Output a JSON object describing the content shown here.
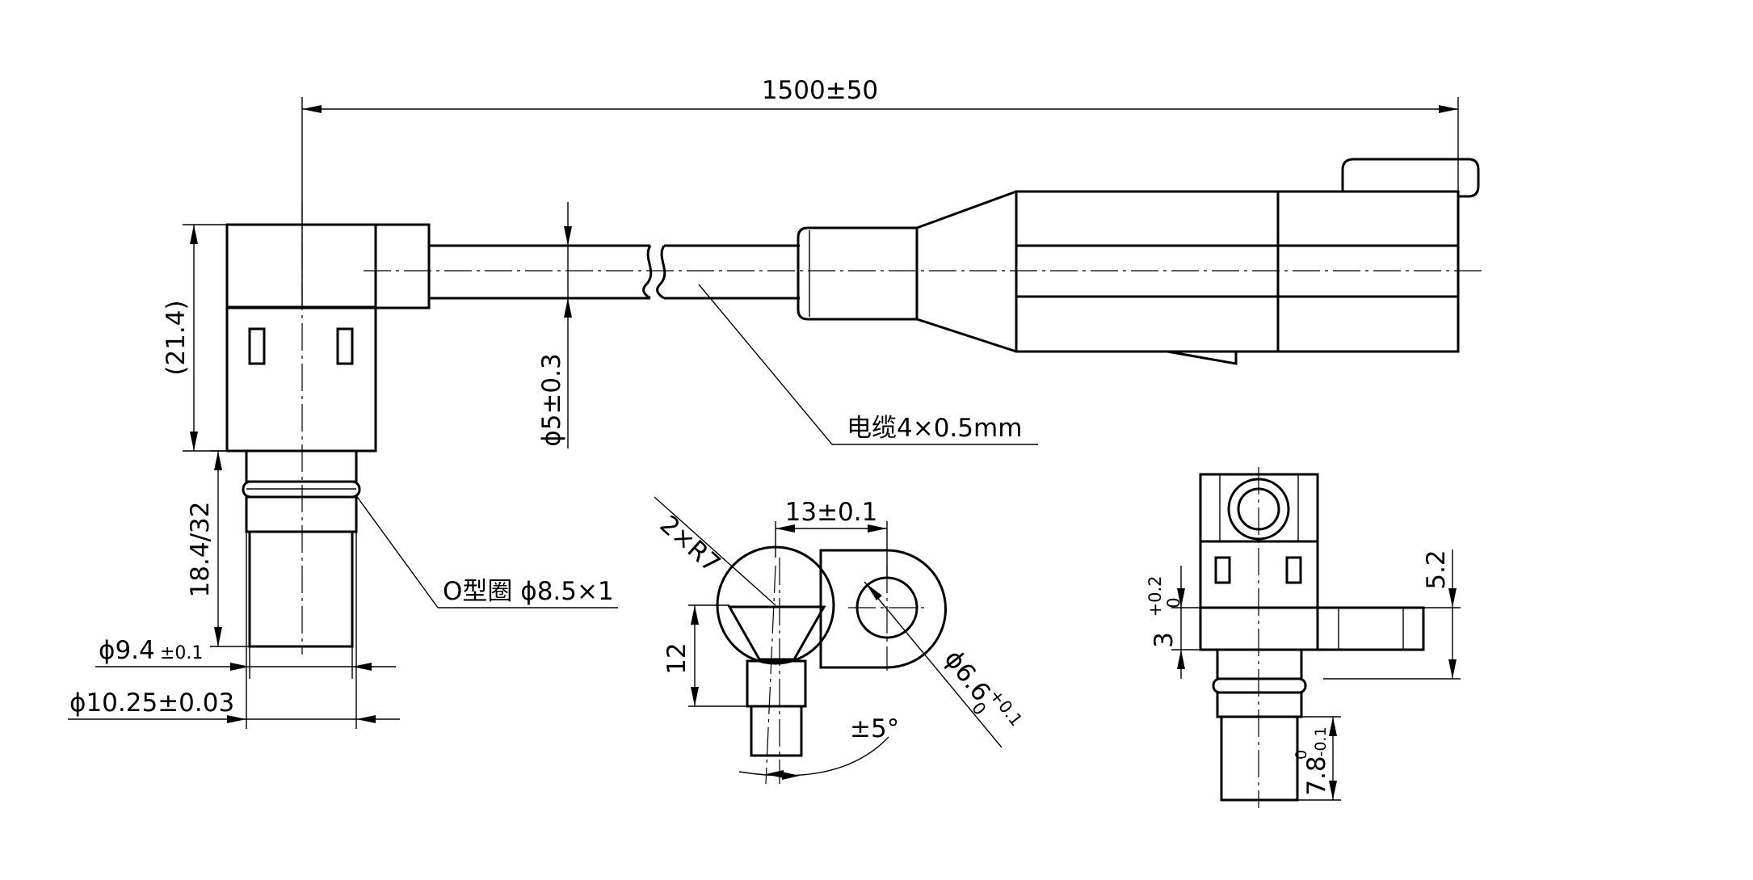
{
  "dimensions": {
    "total_length": "1500±50",
    "housing_height": "(21.4)",
    "cable_diameter": "ϕ5±0.3",
    "cable_spec": "电缆4×0.5mm",
    "body_length": "18.4/32",
    "oring": "O型圈 ϕ8.5×1",
    "tip_diameter": "ϕ9.4",
    "tip_tolerance": "±0.1",
    "body_diameter": "ϕ10.25±0.03",
    "flange_radius": "2×R7",
    "hole_spacing": "13±0.1",
    "flange_offset": "12",
    "hole_diameter": "ϕ6.6",
    "hole_tol_upper": "+0.1",
    "hole_tol_lower": "0",
    "angle_tolerance": "±5°",
    "flange_thickness": "3",
    "flange_tol_upper": "+0.2",
    "flange_tol_lower": "0",
    "flange_height": "5.2",
    "tip_length": "7.8",
    "tip_len_tol_upper": "0",
    "tip_len_tol_lower": "-0.1"
  }
}
